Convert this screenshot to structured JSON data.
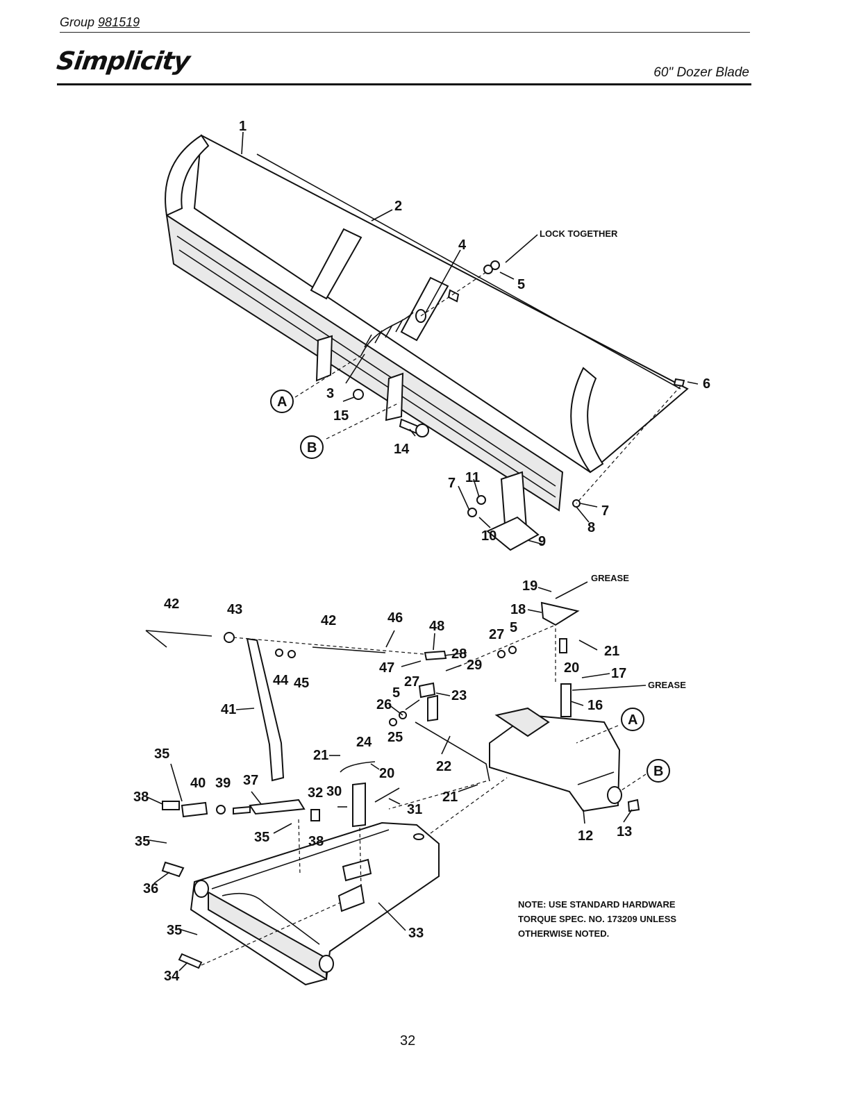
{
  "header": {
    "group_label": "Group",
    "group_number": "981519",
    "brand": "Simplicity",
    "title": "60\" Dozer Blade"
  },
  "callouts": {
    "lock_together": "LOCK TOGETHER",
    "grease": "GREASE",
    "ref_a": "A",
    "ref_b": "B"
  },
  "parts": {
    "p1": "1",
    "p2": "2",
    "p3": "3",
    "p4": "4",
    "p5": "5",
    "p6": "6",
    "p7": "7",
    "p8": "8",
    "p9": "9",
    "p10": "10",
    "p11": "11",
    "p12": "12",
    "p13": "13",
    "p14": "14",
    "p15": "15",
    "p16": "16",
    "p17": "17",
    "p18": "18",
    "p19": "19",
    "p20": "20",
    "p21": "21",
    "p22": "22",
    "p23": "23",
    "p24": "24",
    "p25": "25",
    "p26": "26",
    "p27": "27",
    "p28": "28",
    "p29": "29",
    "p30": "30",
    "p31": "31",
    "p32": "32",
    "p33": "33",
    "p34": "34",
    "p35": "35",
    "p36": "36",
    "p37": "37",
    "p38": "38",
    "p39": "39",
    "p40": "40",
    "p41": "41",
    "p42": "42",
    "p43": "43",
    "p44": "44",
    "p45": "45",
    "p46": "46",
    "p47": "47",
    "p48": "48"
  },
  "note": "NOTE: USE STANDARD HARDWARE\nTORQUE SPEC. NO. 173209 UNLESS\nOTHERWISE NOTED.",
  "page_number": "32"
}
